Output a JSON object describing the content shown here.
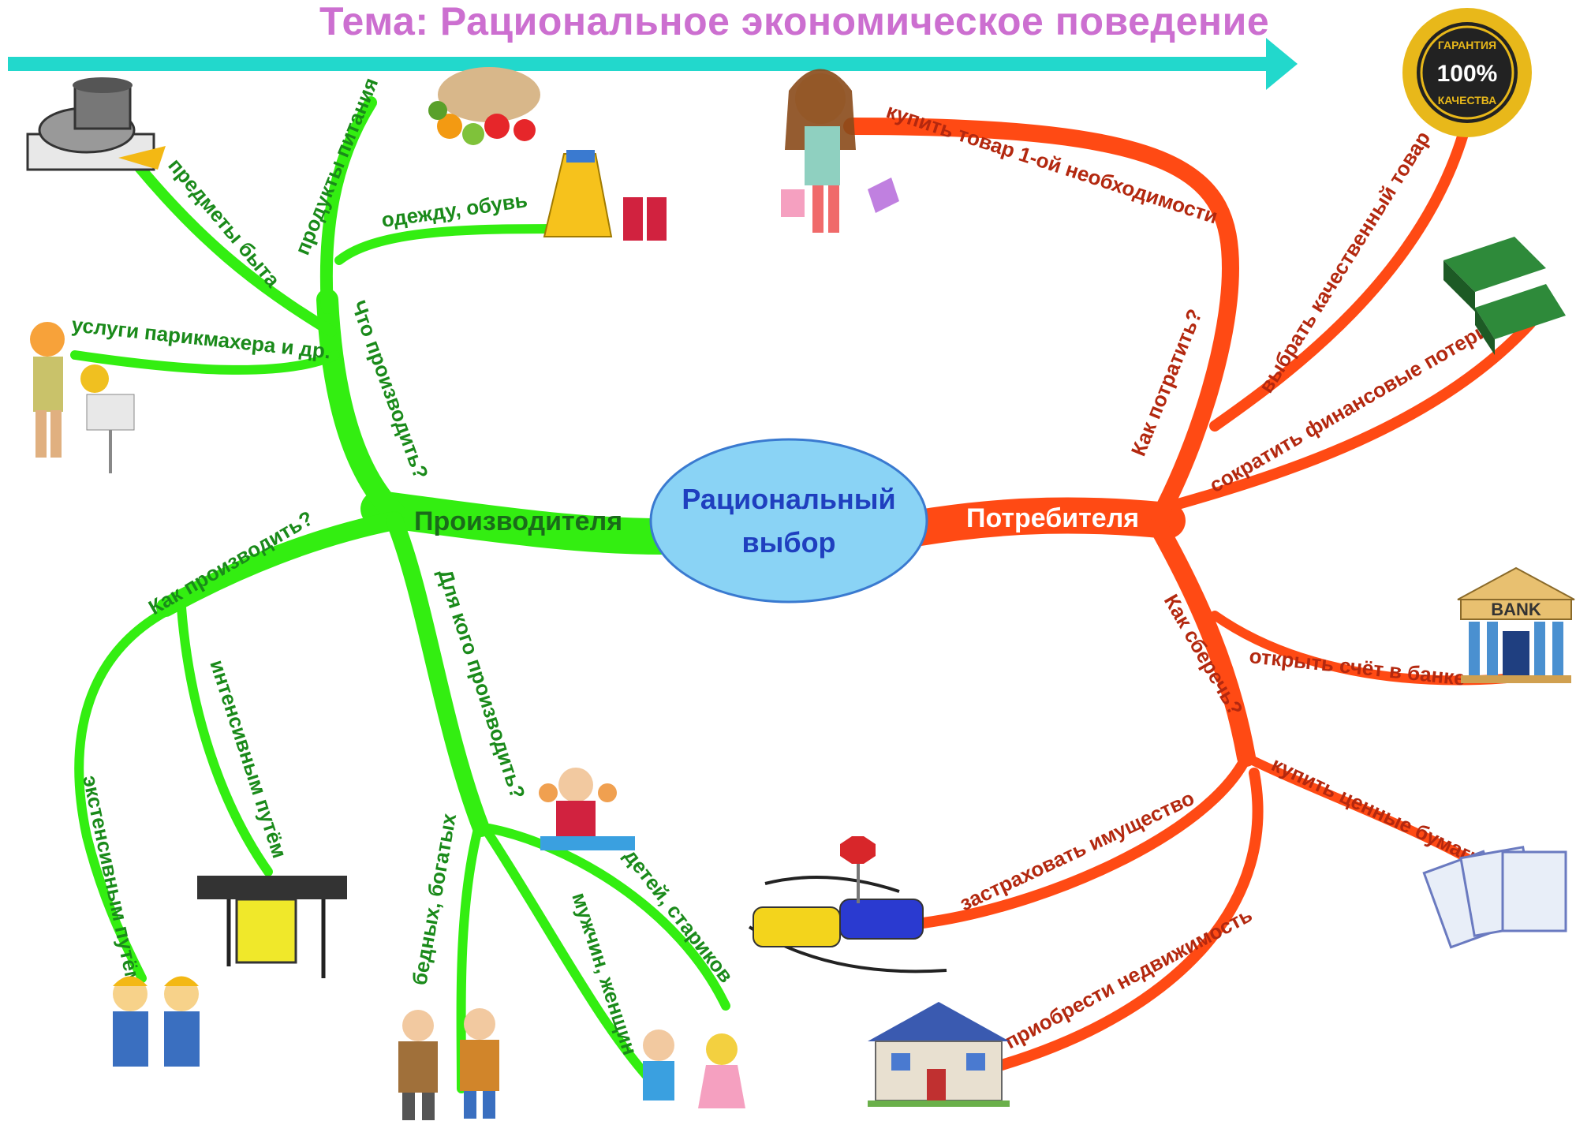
{
  "title": "Тема: Рациональное экономическое поведение",
  "center": {
    "line1": "Рациональный",
    "line2": "выбор"
  },
  "producer": {
    "label": "Производителя",
    "color": "#33ee11",
    "what": {
      "label": "Что производить?",
      "items": [
        "предметы быта",
        "продукты питания",
        "одежду, обувь",
        "услуги парикмахера и др."
      ]
    },
    "how": {
      "label": "Как производить?",
      "items": [
        "интенсивным путём",
        "экстенсивным путём"
      ]
    },
    "for_whom": {
      "label": "Для кого производить?",
      "items": [
        "детей, стариков",
        "мужчин, женщин",
        "бедных, богатых"
      ]
    }
  },
  "consumer": {
    "label": "Потребителя",
    "color": "#ff4a14",
    "spend": {
      "label": "Как потратить?",
      "items": [
        "купить товар 1-ой необходимости",
        "выбрать качественный товар",
        "сократить финансовые потери"
      ]
    },
    "save": {
      "label": "Как сберечь?",
      "items": [
        "открыть счёт в банке",
        "купить ценные бумаги",
        "застраховать имущество",
        "приобрести недвижимость"
      ]
    }
  },
  "badge": {
    "line1": "ГАРАНТИЯ",
    "value": "100%",
    "line2": "КАЧЕСТВА"
  },
  "bank_sign": "BANK",
  "colors": {
    "title": "#cc6fd0",
    "arrow": "#22d8cc",
    "hub_fill": "#8ad3f5",
    "hub_text": "#1f3fbf"
  }
}
